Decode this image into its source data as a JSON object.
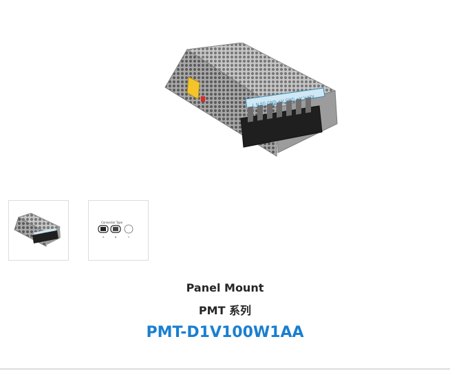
{
  "product": {
    "category": "Panel Mount",
    "series": "PMT 系列",
    "model": "PMT-D1V100W1AA"
  },
  "gallery": {
    "main_image_icon": "power-supply-image",
    "thumbnails": [
      {
        "icon": "power-supply-thumbnail"
      },
      {
        "icon": "connector-type-thumbnail",
        "caption": "Connector Type",
        "labels": [
          "A",
          "B",
          "C"
        ]
      }
    ]
  },
  "terminal_labels": [
    "L",
    "N",
    "FG",
    "GND",
    "+V",
    "GND",
    "+V",
    "V.ADJ"
  ],
  "colors": {
    "model_accent": "#1a7fd0",
    "text_dark": "#262626",
    "thumb_border": "#dcdcdc"
  }
}
